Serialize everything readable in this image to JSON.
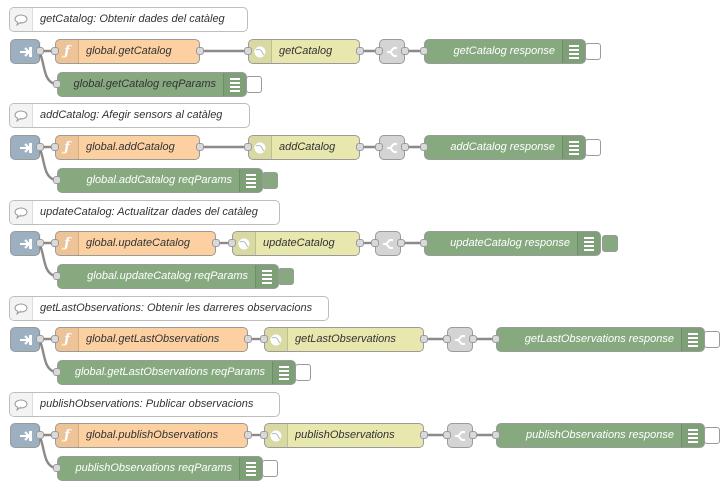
{
  "flows": [
    {
      "comment": "getCatalog: Obtenir dades del catàleg",
      "function": "global.getCatalog",
      "http": "getCatalog",
      "response": "getCatalog response",
      "params": "global.getCatalog reqParams",
      "params_toggle": "off"
    },
    {
      "comment": "addCatalog: Afegir sensors al catàleg",
      "function": "global.addCatalog",
      "http": "addCatalog",
      "response": "addCatalog response",
      "params": "global.addCatalog reqParams",
      "params_toggle": "on"
    },
    {
      "comment": "updateCatalog: Actualitzar dades del catàleg",
      "function": "global.updateCatalog",
      "http": "updateCatalog",
      "response": "updateCatalog response",
      "params": "global.updateCatalog reqParams",
      "params_toggle": "on"
    },
    {
      "comment": "getLastObservations: Obtenir les darreres observacions",
      "function": "global.getLastObservations",
      "http": "getLastObservations",
      "response": "getLastObservations response",
      "params": "global.getLastObservations reqParams",
      "params_toggle": "off"
    },
    {
      "comment": "publishObservations: Publicar observacions",
      "function": "global.publishObservations",
      "http": "publishObservations",
      "response": "publishObservations response",
      "params": "publishObservations reqParams",
      "params_toggle": "off"
    }
  ],
  "colors": {
    "inject": "#a6bbcf",
    "function": "#fdd0a2",
    "http": "#e7e7ae",
    "switch": "#e2e2e2",
    "debug": "#87a980",
    "wire": "#8a8a8a"
  },
  "icons": {
    "comment": "speech-bubble-icon",
    "inject": "arrow-in-icon",
    "function": "function-f-icon",
    "http": "globe-icon",
    "switch": "switch-icon",
    "debug": "list-lines-icon"
  }
}
